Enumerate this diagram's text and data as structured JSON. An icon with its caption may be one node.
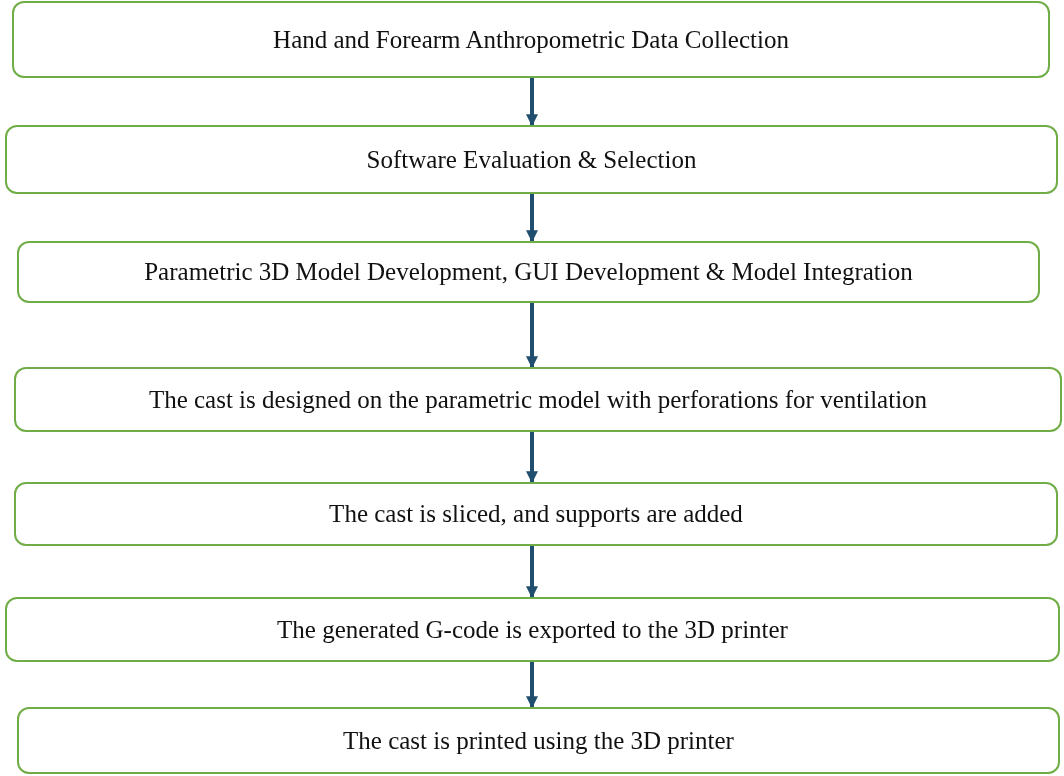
{
  "diagram": {
    "nodes": [
      {
        "text": [
          "Hand and Forearm Anthropometric Data Collection"
        ]
      },
      {
        "text": [
          "Software Evaluation & Selection"
        ]
      },
      {
        "text": [
          "Parametric 3D Model Development, GUI Development & Model Integration"
        ]
      },
      {
        "text": [
          "The cast is designed on the parametric model with perforations for ventilation"
        ]
      },
      {
        "text": [
          "The cast is sliced, and supports are added"
        ]
      },
      {
        "text": [
          "The generated G-code is exported to the 3D printer"
        ]
      },
      {
        "text": [
          "The cast is printed using the 3D printer"
        ]
      }
    ],
    "edges": [
      {
        "from": 0,
        "to": 1,
        "arrow": "to"
      },
      {
        "from": 1,
        "to": 2,
        "arrow": "to"
      },
      {
        "from": 2,
        "to": 3,
        "arrow": "to"
      },
      {
        "from": 3,
        "to": 4,
        "arrow": "to"
      },
      {
        "from": 4,
        "to": 5,
        "arrow": "to"
      },
      {
        "from": 5,
        "to": 6,
        "arrow": "to"
      }
    ]
  }
}
